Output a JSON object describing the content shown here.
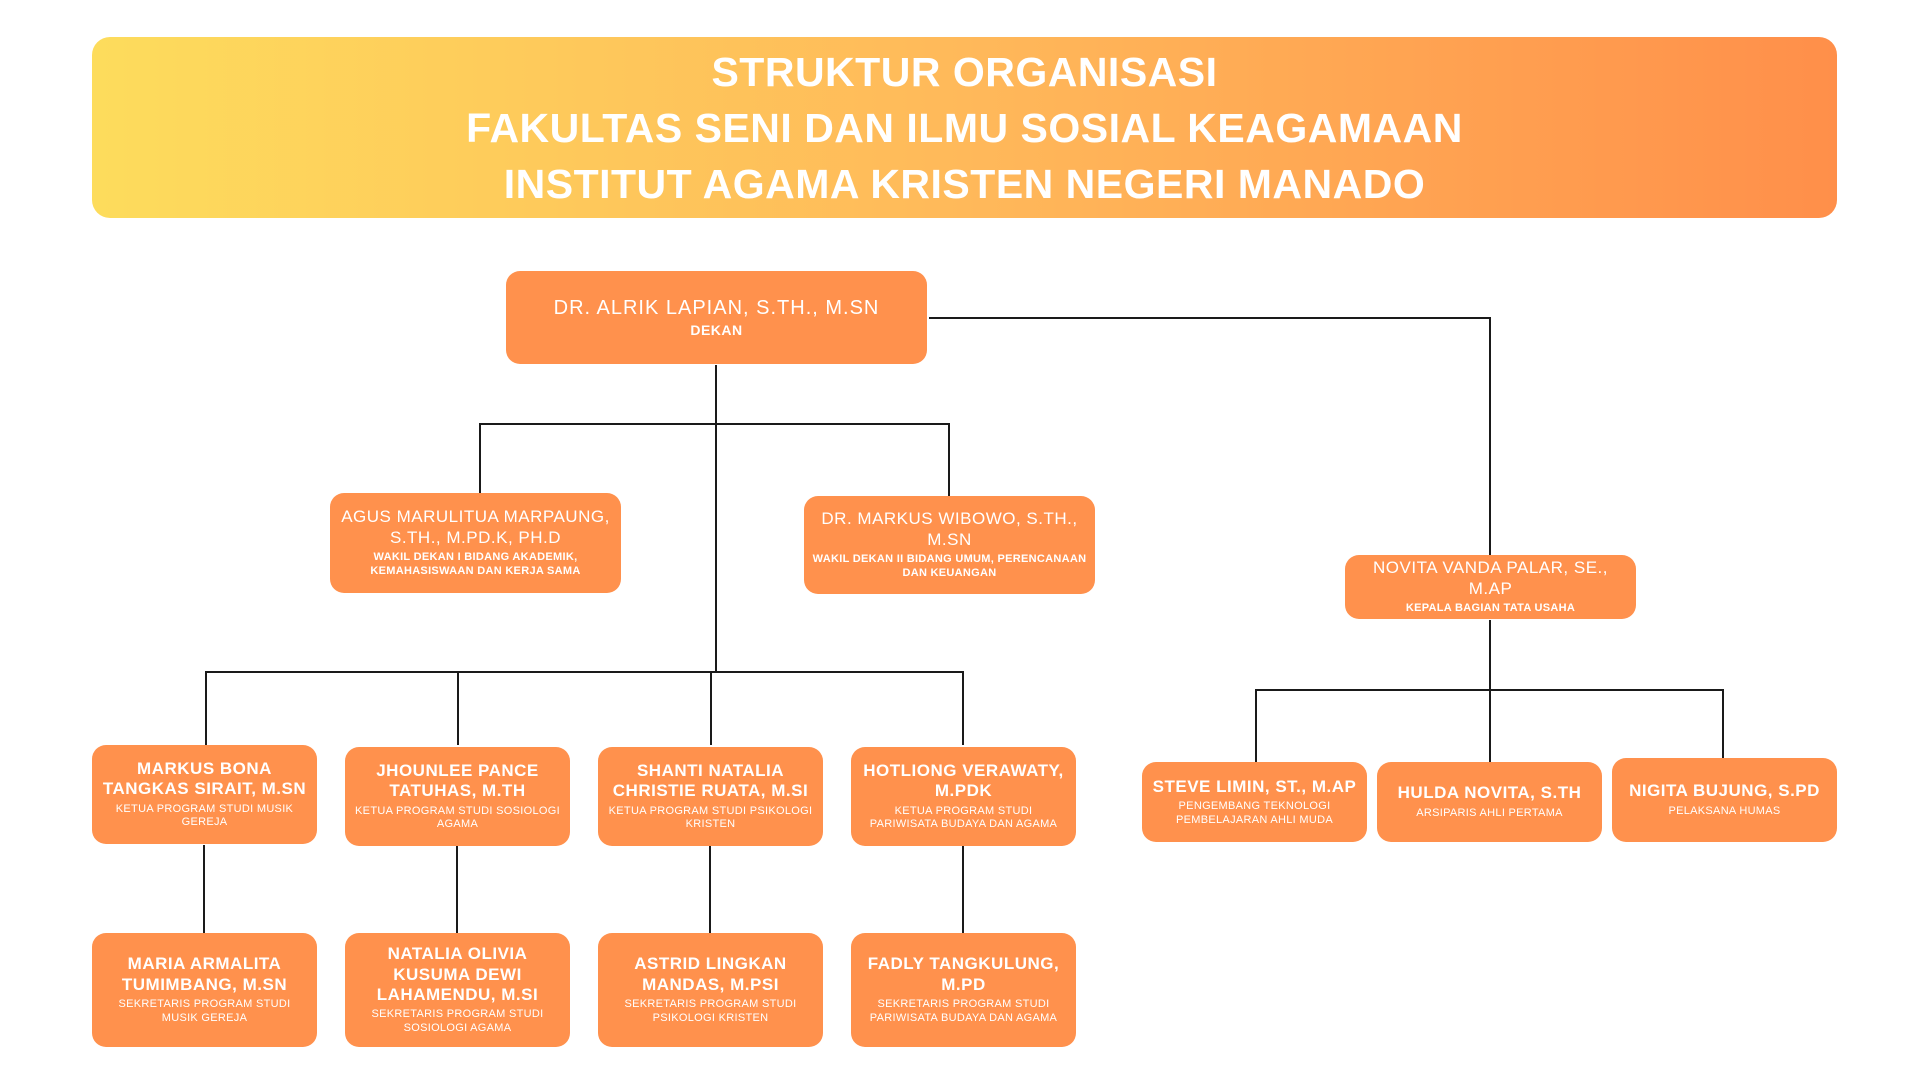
{
  "header": {
    "line1": "STRUKTUR ORGANISASI",
    "line2": "FAKULTAS SENI DAN ILMU SOSIAL KEAGAMAAN",
    "line3": "INSTITUT AGAMA KRISTEN NEGERI MANADO"
  },
  "colors": {
    "box": "#ff914d",
    "line": "#1a1a1a",
    "header_start": "#fddc5c",
    "header_end": "#ff8f4a"
  },
  "dekan": {
    "name": "DR. ALRIK LAPIAN, S.TH., M.SN",
    "role": "DEKAN"
  },
  "wakil_dekan_1": {
    "name": "AGUS MARULITUA MARPAUNG, S.TH., M.PD.K, PH.D",
    "role": "WAKIL DEKAN I BIDANG AKADEMIK, KEMAHASISWAAN DAN KERJA SAMA"
  },
  "wakil_dekan_2": {
    "name": "DR. MARKUS WIBOWO, S.TH., M.SN",
    "role": "WAKIL DEKAN II BIDANG UMUM, PERENCANAAN DAN KEUANGAN"
  },
  "kabag": {
    "name": "NOVITA VANDA PALAR, SE., M.AP",
    "role": "KEPALA BAGIAN TATA USAHA"
  },
  "ketua_prodi": [
    {
      "name": "MARKUS BONA TANGKAS SIRAIT, M.SN",
      "role": "KETUA PROGRAM STUDI MUSIK GEREJA"
    },
    {
      "name": "JHOUNLEE PANCE TATUHAS, M.TH",
      "role": "KETUA PROGRAM STUDI SOSIOLOGI AGAMA"
    },
    {
      "name": "SHANTI NATALIA CHRISTIE RUATA, M.SI",
      "role": "KETUA PROGRAM STUDI PSIKOLOGI KRISTEN"
    },
    {
      "name": "HOTLIONG VERAWATY, M.PDK",
      "role": "KETUA PROGRAM STUDI PARIWISATA BUDAYA DAN AGAMA"
    }
  ],
  "sekretaris_prodi": [
    {
      "name": "MARIA ARMALITA TUMIMBANG, M.SN",
      "role": "SEKRETARIS PROGRAM STUDI MUSIK GEREJA"
    },
    {
      "name": "NATALIA OLIVIA KUSUMA DEWI LAHAMENDU, M.SI",
      "role": "SEKRETARIS PROGRAM STUDI SOSIOLOGI AGAMA"
    },
    {
      "name": "ASTRID LINGKAN MANDAS, M.PSI",
      "role": "SEKRETARIS PROGRAM STUDI PSIKOLOGI KRISTEN"
    },
    {
      "name": "FADLY TANGKULUNG, M.PD",
      "role": "SEKRETARIS PROGRAM STUDI PARIWISATA BUDAYA DAN AGAMA"
    }
  ],
  "staf_tu": [
    {
      "name": "STEVE LIMIN, ST., M.AP",
      "role": "PENGEMBANG TEKNOLOGI PEMBELAJARAN AHLI MUDA"
    },
    {
      "name": "HULDA NOVITA, S.TH",
      "role": "ARSIPARIS AHLI PERTAMA"
    },
    {
      "name": "NIGITA BUJUNG, S.PD",
      "role": "PELAKSANA HUMAS"
    }
  ]
}
